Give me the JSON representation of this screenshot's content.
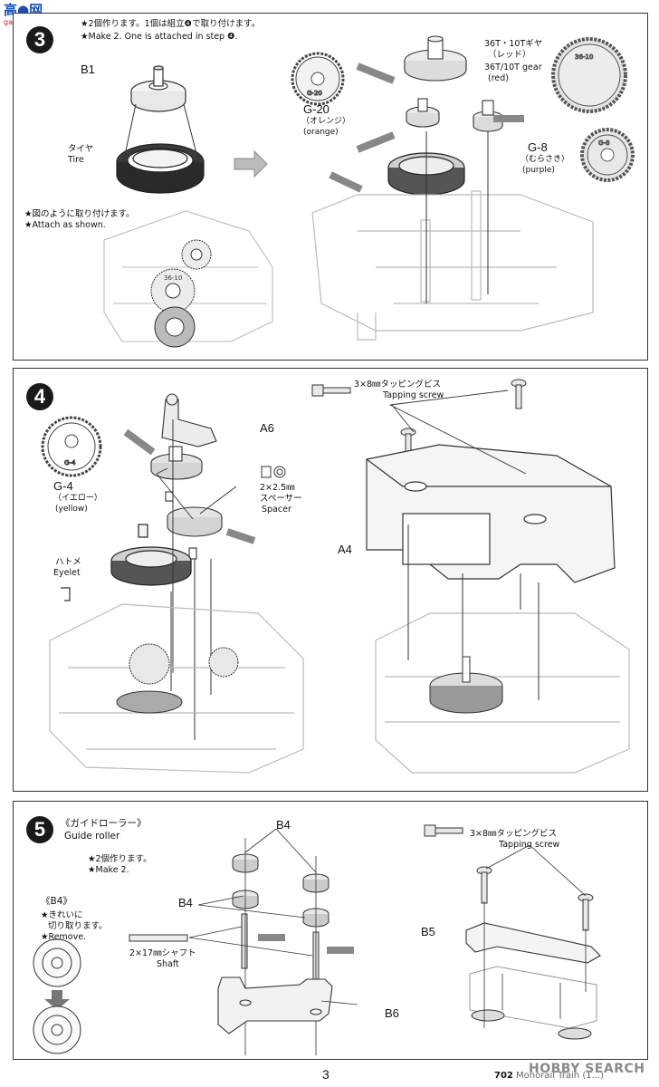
{
  "watermark": {
    "top": "高●网",
    "sub": "gao-shan.com"
  },
  "step3": {
    "num": "3",
    "note_jp": "★2個作ります。1個は組立❹で取り付けます。",
    "note_en": "★Make 2. One is attached in step ❹.",
    "b1": "B1",
    "tire_jp": "タイヤ",
    "tire_en": "Tire",
    "attach_jp": "★図のように取り付けます。",
    "attach_en": "★Attach as shown.",
    "g20": "G-20",
    "g20_jp": "（オレンジ）",
    "g20_en": "(orange)",
    "gear_jp": "36T・10Tギヤ",
    "gear_jp2": "（レッド）",
    "gear_en": "36T/10T gear",
    "gear_en2": "(red)",
    "g8": "G-8",
    "g8_jp": "（むらさき）",
    "g8_en": "(purple)",
    "gearmark_3610": "36-10",
    "gearmark_g20": "G-20",
    "gearmark_g8": "G-8"
  },
  "step4": {
    "num": "4",
    "g4": "G-4",
    "g4_jp": "（イエロー）",
    "g4_en": "(yellow)",
    "gearmark_g4": "G-4",
    "a6": "A6",
    "spacer_jp": "2×2.5㎜",
    "spacer_jp2": "スペーサー",
    "spacer_en": "Spacer",
    "eyelet_jp": "ハトメ",
    "eyelet_en": "Eyelet",
    "screw_jp": "3×8㎜タッピングビス",
    "screw_en": "Tapping screw",
    "a4": "A4"
  },
  "step5": {
    "num": "5",
    "title_jp": "《ガイドローラー》",
    "title_en": "Guide roller",
    "make_jp": "★2個作ります。",
    "make_en": "★Make 2.",
    "b4box": "《B4》",
    "cut_jp1": "★きれいに",
    "cut_jp2": "切り取ります。",
    "cut_en": "★Remove.",
    "b4a": "B4",
    "b4b": "B4",
    "shaft_jp": "2×17㎜シャフト",
    "shaft_en": "Shaft",
    "b6": "B6",
    "screw_jp": "3×8㎜タッピングビス",
    "screw_en": "Tapping screw",
    "b5": "B5"
  },
  "footer": {
    "page": "3",
    "code": "702",
    "title_partial": "Monorail Train (1...)",
    "hobby_brand": "HOBBY SEARCH"
  }
}
